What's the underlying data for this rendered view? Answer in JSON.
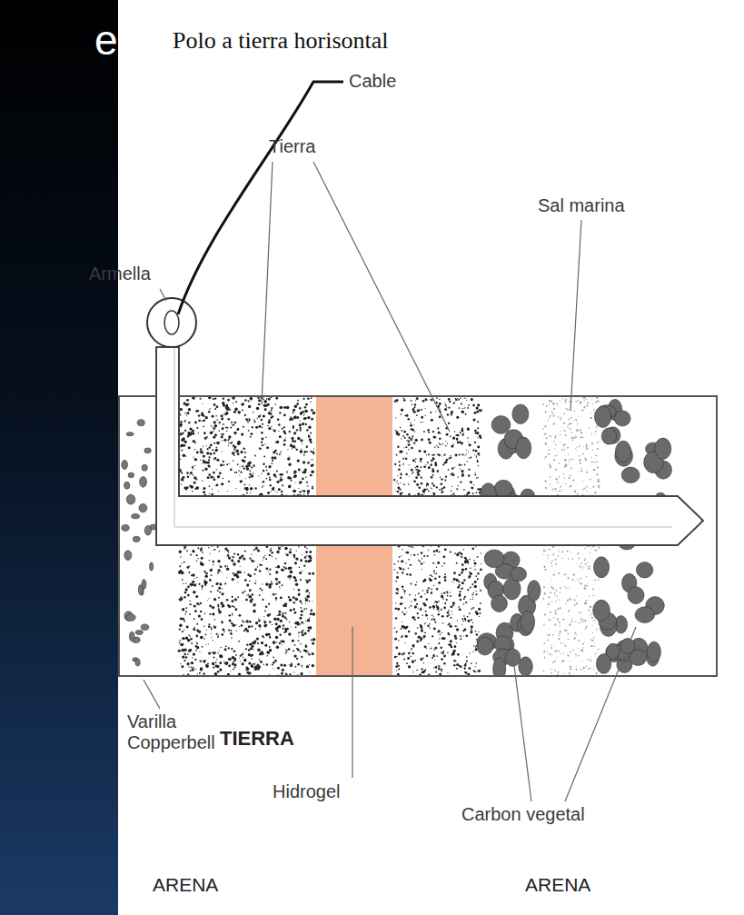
{
  "diagram": {
    "title": "Polo a tierra horisontal",
    "labels": [
      "e",
      "Cable",
      "Armella",
      "Tierra",
      "Sal marina",
      "Varilla Copperbell",
      "TIERRA",
      "Hidrogel",
      "Carbon vegetal",
      "ARENA",
      "ARENA"
    ]
  }
}
